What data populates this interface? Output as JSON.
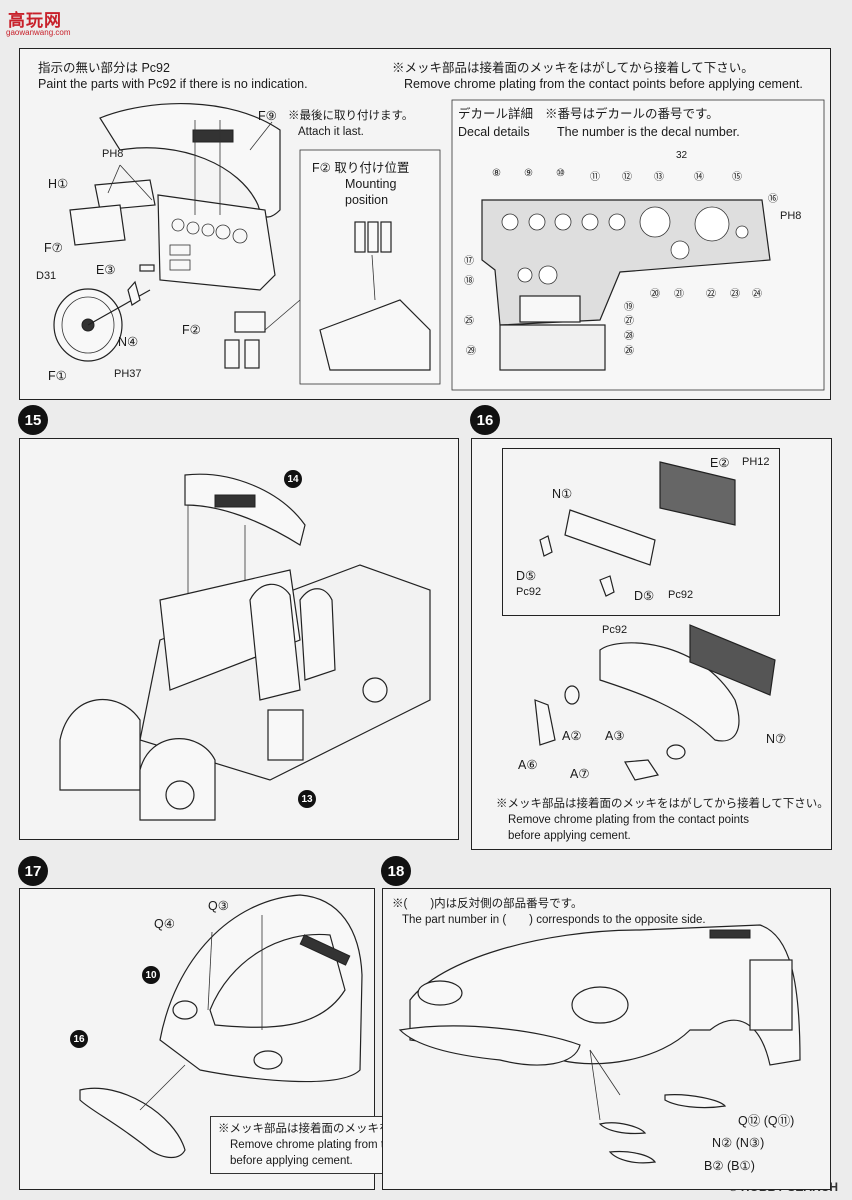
{
  "watermark": {
    "top_logo": "高玩网",
    "top_logo_sub": "gaowanwang.com",
    "bottom": "© HOBBY SEARCH"
  },
  "step14": {
    "note_jp": "指示の無い部分は Pc92",
    "note_en": "Paint the parts with Pc92 if there is no indication.",
    "chrome_jp": "※メッキ部品は接着面のメッキをはがしてから接着して下さい。",
    "chrome_en": "Remove chrome plating from the contact points before applying cement.",
    "parts": {
      "f9": "F⑨",
      "f9_note_jp": "※最後に取り付けます。",
      "f9_note_en": "Attach it last.",
      "ph8": "PH8",
      "h1": "H①",
      "f7": "F⑦",
      "e3": "E③",
      "d31": "D31",
      "n4": "N④",
      "f2": "F②",
      "f1": "F①",
      "ph37": "PH37"
    },
    "mounting": {
      "jp": "F② 取り付け位置",
      "en1": "Mounting",
      "en2": "position"
    },
    "decal": {
      "title_jp": "デカール詳細",
      "note_jp": "※番号はデカールの番号です。",
      "title_en": "Decal details",
      "note_en": "The number is the decal number.",
      "numbers": [
        "⑧",
        "⑨",
        "⑩",
        "⑪",
        "⑫",
        "⑬",
        "32",
        "⑭",
        "⑮",
        "⑯",
        "⑰",
        "⑱",
        "⑲",
        "⑳",
        "㉑",
        "㉒",
        "㉓",
        "㉔",
        "㉕",
        "㉖",
        "㉗",
        "㉘",
        "㉙"
      ],
      "ph8": "PH8"
    }
  },
  "step15": {
    "number": "15",
    "badges": [
      "14",
      "13"
    ]
  },
  "step16": {
    "number": "16",
    "parts": {
      "e2": "E②",
      "ph12": "PH12",
      "n1": "N①",
      "d5a": "D⑤",
      "pc92a": "Pc92",
      "d5b": "D⑤",
      "pc92b": "Pc92",
      "pc92c": "Pc92",
      "a2": "A②",
      "a3": "A③",
      "n7": "N⑦",
      "a6": "A⑥",
      "a7": "A⑦"
    },
    "chrome_jp": "※メッキ部品は接着面のメッキをはがしてから接着して下さい。",
    "chrome_en1": "Remove chrome plating from the contact points",
    "chrome_en2": "before applying cement."
  },
  "step17": {
    "number": "17",
    "parts": {
      "q3": "Q③",
      "q4": "Q④"
    },
    "badges": [
      "10",
      "16"
    ],
    "chrome_jp": "※メッキ部品は接着面のメッキをはがしてから接着して下さい。",
    "chrome_en1": "Remove chrome plating from the contact points",
    "chrome_en2": "before applying cement."
  },
  "step18": {
    "number": "18",
    "note_jp": "※(　　)内は反対側の部品番号です。",
    "note_en": "The part number in (　　) corresponds to the opposite side.",
    "parts": {
      "q12": "Q⑫ (Q⑪)",
      "n2": "N② (N③)",
      "b2": "B② (B①)"
    }
  }
}
